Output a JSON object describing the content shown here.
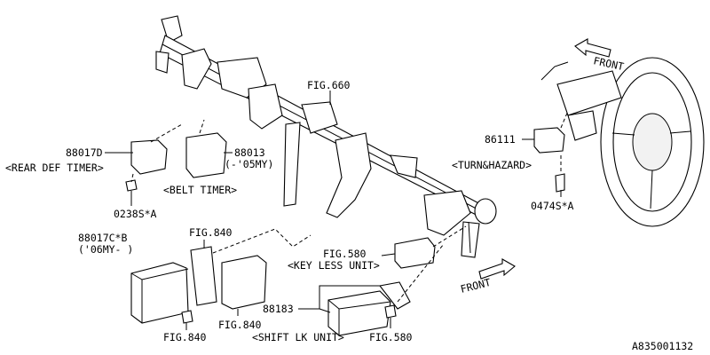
{
  "labels": {
    "fig660": "FIG.660",
    "p88017D": "88017D",
    "rear_def_timer": "<REAR DEF TIMER>",
    "p88013": "88013",
    "p88013_note": "(-'05MY)",
    "belt_timer": "<BELT TIMER>",
    "p0238S": "0238S*A",
    "p86111": "86111",
    "turn_hazard": "<TURN&HAZARD>",
    "p0474S": "0474S*A",
    "front_top": "FRONT",
    "p88017C": "88017C*B",
    "p88017C_note": "('06MY-  )",
    "fig840_top": "FIG.840",
    "fig840_left": "FIG.840",
    "fig840_right": "FIG.840",
    "fig580_top": "FIG.580",
    "key_less_unit": "<KEY LESS UNIT>",
    "front_bottom": "FRONT",
    "p88183": "88183",
    "shift_lk_unit": "<SHIFT LK UNIT>",
    "fig580_bottom": "FIG.580",
    "diagram_id": "A835001132"
  }
}
